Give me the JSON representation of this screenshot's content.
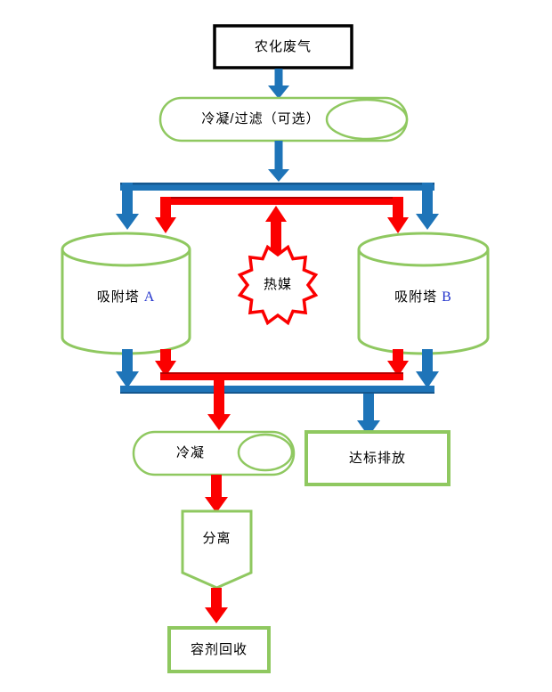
{
  "diagram": {
    "nodes": {
      "waste_gas": {
        "label": "农化废气",
        "shape": "rectangle"
      },
      "pre_treatment": {
        "label": "冷凝/过滤（可选）",
        "shape": "stadium-with-ellipse"
      },
      "tower_a": {
        "label": "吸附塔",
        "unit_id": "A",
        "shape": "cylinder"
      },
      "tower_b": {
        "label": "吸附塔",
        "unit_id": "B",
        "shape": "cylinder"
      },
      "heat_medium": {
        "label": "热媒",
        "shape": "starburst"
      },
      "condense": {
        "label": "冷凝",
        "shape": "stadium-with-ellipse"
      },
      "discharge": {
        "label": "达标排放",
        "shape": "rectangle"
      },
      "separation": {
        "label": "分离",
        "shape": "pentagon-down"
      },
      "solvent_recovery": {
        "label": "容剂回收",
        "shape": "rectangle"
      }
    },
    "colors": {
      "flow_blue": "#1E74B8",
      "flow_blue_dark": "#14578F",
      "flow_red": "#FB0000",
      "flow_red_dark": "#B40000",
      "shape_green": "#8FC860",
      "box_black": "#000000",
      "unit_letter_blue": "#2233CC"
    }
  }
}
